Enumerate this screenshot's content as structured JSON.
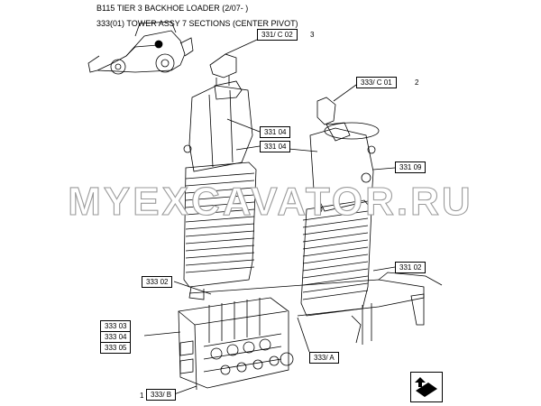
{
  "header": {
    "title": "B115 TIER 3 BACKHOE LOADER (2/07- )",
    "subtitle": "333(01) TOWER ASSY 7 SECTIONS (CENTER PIVOT)"
  },
  "watermark": "MYEXCAVATOR.RU",
  "callouts": {
    "c_331_c02": "331/ C 02",
    "c_331_c02_num": "3",
    "c_333_c01": "333/ C 01",
    "c_333_c01_num": "2",
    "c_331_04_a": "331 04",
    "c_331_04_b": "331 04",
    "c_331_09": "331 09",
    "c_331_02": "331 02",
    "c_333_02": "333 02",
    "c_333_03": "333 03",
    "c_333_04": "333 04",
    "c_333_05": "333 05",
    "c_333_a": "333/ A",
    "c_333_b": "333/ B",
    "c_333_b_num": "1"
  },
  "icons": {
    "nav": "next-page-arrow-icon"
  }
}
